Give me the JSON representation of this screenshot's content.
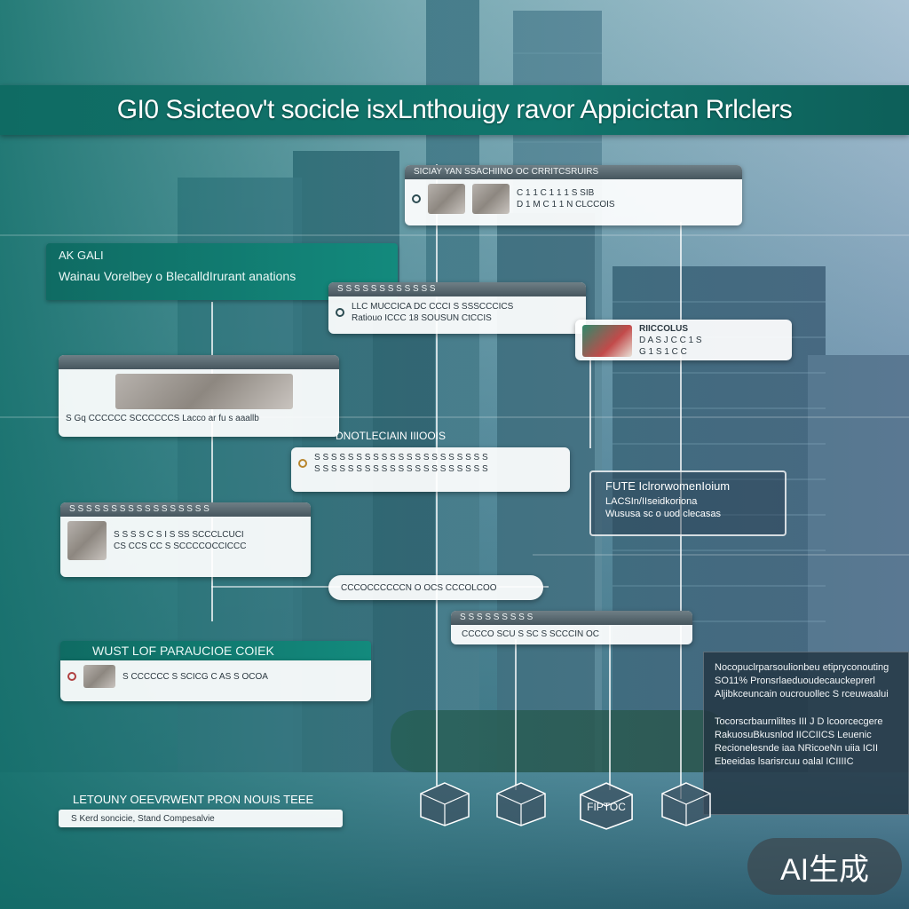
{
  "banner": {
    "title": "GI0 Ssicteov't socicle isxLnthouigy ravor Appicictan Rrlclers"
  },
  "panels": {
    "top": {
      "header": "SICIAY YAN SSACHIINO OC CRRITCSRUIRS",
      "line1": "C 1 1 C 1 1 1 S SIB",
      "line2": "D 1 M C 1 1 N CLCCOIS"
    },
    "left_top": {
      "tag": "AK GALI",
      "subtitle": "Wainau Vorelbey o BlecalldIrurant anations"
    },
    "mid1": {
      "header": "S S S S S S S S S S S S",
      "line1": "LLC MUCCICA DC CCCI S SSSCCCICS",
      "line2": "Ratiouo ICCC 18 SOUSUN CtCCIS"
    },
    "right1": {
      "header": "RIICCOLUS",
      "line1": "D A S J C C 1 S",
      "line2": "G 1 S 1 C C"
    },
    "left_mid": {
      "header": "",
      "line": "S Gq CCCCCC SCCCCCCS Lacco ar fu s aaallb"
    },
    "center": {
      "header": "DNOTLECIAIN IIIOOIS",
      "line1": "S S S S S S S S S S S S S S S S S S S S S",
      "line2": "S S S S S S S S S S S S S S S S S S S S S"
    },
    "right_box": {
      "line1": "FUTE IclrorwomenIoium",
      "line2": "LACSIn/IIseidkoriona",
      "line3": "Wususa sc o uod clecasas"
    },
    "left_low": {
      "header": "S S S S S S S S S S S S S S S S S",
      "line1": "S S S S C S I S SS SCCCLCUCI",
      "line2": "CS CCS CC S SCCCCOCCICCC"
    },
    "mid_bar": {
      "line": "CCCOCCCCCCN O OCS CCCOLCOO"
    },
    "mid_low": {
      "header": "S S S S S S S S S",
      "line": "CCCCO SCU S SC S SCCCIN OC"
    },
    "left_bottom": {
      "header": "WUST LOF PARAUCIOE COIEK",
      "line": "S CCCCCC S SCICG C AS S OCOA"
    },
    "footer_strip": {
      "header": "LETOUNY OEEVRWENT PRON NOUIS TEEE",
      "line": "S Kerd soncicie, Stand Compesalvie"
    },
    "dark": {
      "line1": "Nocopuclrparsoulionbeu etipryconouting",
      "line2": "SO11% Pronsrlaeduoudecauckeprerl",
      "line3": "Aljibkceuncain oucrouollec S rceuwaalui",
      "line4": "Tocorscrbaurnliltes III J D lcoorcecgere",
      "line5": "RakuosuBkusnlod IICCIICS Leuenic",
      "line6": "Recionelesnde iaa NRicoeNn uiia ICII",
      "line7": "Ebeeidas lsarisrcuu oalal ICIIIIC"
    },
    "cube_label": "FIPTOC"
  },
  "badge": {
    "label": "AI生成"
  },
  "colors": {
    "banner": "#0f6b63",
    "teal": "#138a7d",
    "panel": "#ffffff",
    "dark": "#223442"
  }
}
